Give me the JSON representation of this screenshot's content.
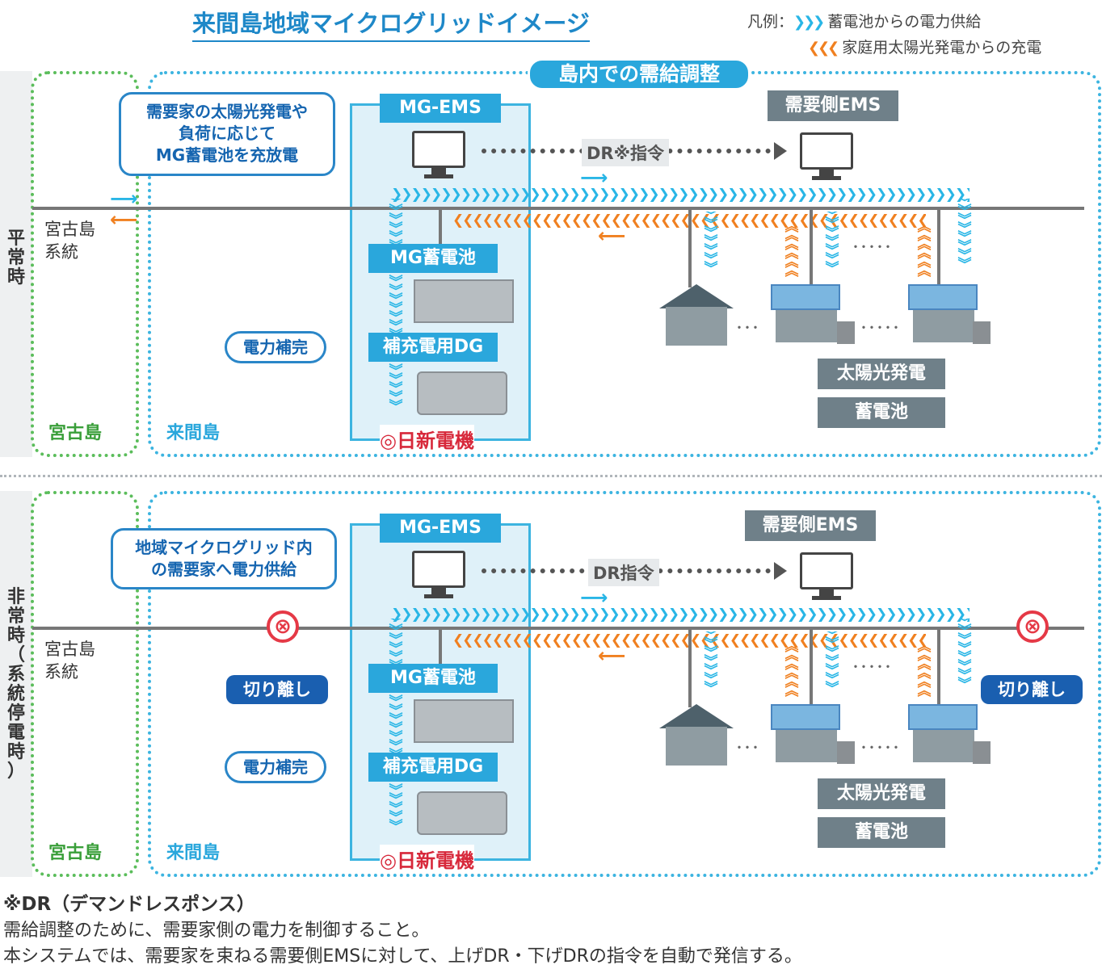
{
  "title": "来間島地域マイクログリッドイメージ",
  "legend": {
    "label": "凡例：",
    "supply_arrows": "❯❯❯",
    "supply": "蓄電池からの電力供給",
    "charge_arrows": "❮❮❮",
    "charge": "家庭用太陽光発電からの充電"
  },
  "banner": "島内での需給調整",
  "colors": {
    "supply": "#29b6e6",
    "charge": "#f08020",
    "miyako": "#5bbd5b",
    "kurima": "#3cb4e0"
  },
  "panels": [
    {
      "side": "平\n常\n時",
      "callout": "需要家の太陽光発電や\n負荷に応じて\nMG蓄電池を充放電",
      "mg_ems": "MG-EMS",
      "demand_ems": "需要側EMS",
      "dr": "DR※指令",
      "grid": "宮古島\n系統",
      "mg_battery": "MG蓄電池",
      "dg": "補充電用DG",
      "power_supplement": "電力補完",
      "solar": "太陽光発電",
      "battery": "蓄電池",
      "miyako": "宮古島",
      "kurima": "来間島",
      "logo": "◎日新電機"
    },
    {
      "side": "非\n常\n時\n（\n系\n統\n停\n電\n時\n）",
      "callout": "地域マイクログリッド内\nの需要家へ電力供給",
      "mg_ems": "MG-EMS",
      "demand_ems": "需要側EMS",
      "dr": "DR指令",
      "grid": "宮古島\n系統",
      "mg_battery": "MG蓄電池",
      "dg": "補充電用DG",
      "power_supplement": "電力補完",
      "solar": "太陽光発電",
      "battery": "蓄電池",
      "miyako": "宮古島",
      "kurima": "来間島",
      "logo": "◎日新電機",
      "cut": "切り離し",
      "cut_icon": "⊗"
    }
  ],
  "notes": {
    "head": "※DR（デマンドレスポンス）",
    "line1": "需給調整のために、需要家側の電力を制御すること。",
    "line2": "本システムでは、需要家を束ねる需要側EMSに対して、上げDR・下げDRの指令を自動で発信する。"
  }
}
